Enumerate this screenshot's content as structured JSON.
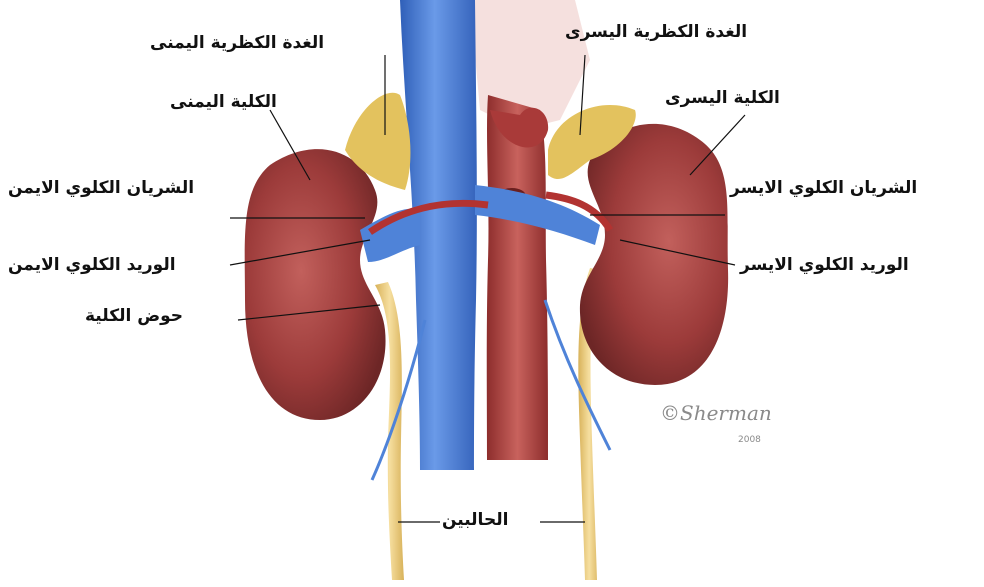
{
  "labels": {
    "right_adrenal": "الغدة الكظرية اليمنى",
    "right_kidney": "الكلية اليمنى",
    "right_renal_artery": "الشريان الكلوي الايمن",
    "right_renal_vein": "الوريد الكلوي الايمن",
    "renal_pelvis": "حوض الكلية",
    "left_adrenal": "الغدة الكظرية اليسرى",
    "left_kidney": "الكلية اليسرى",
    "left_renal_artery": "الشريان الكلوي الايسر",
    "left_renal_vein": "الوريد الكلوي الايسر",
    "ureters": "الحالبين"
  },
  "copyright": {
    "signature": "Sherman",
    "year": "2008"
  },
  "colors": {
    "kidney": "#9c3b3a",
    "vena_cava": "#4a7fd6",
    "aorta": "#b8403f",
    "adrenal": "#e3c25e",
    "ureter": "#e9c97a"
  }
}
